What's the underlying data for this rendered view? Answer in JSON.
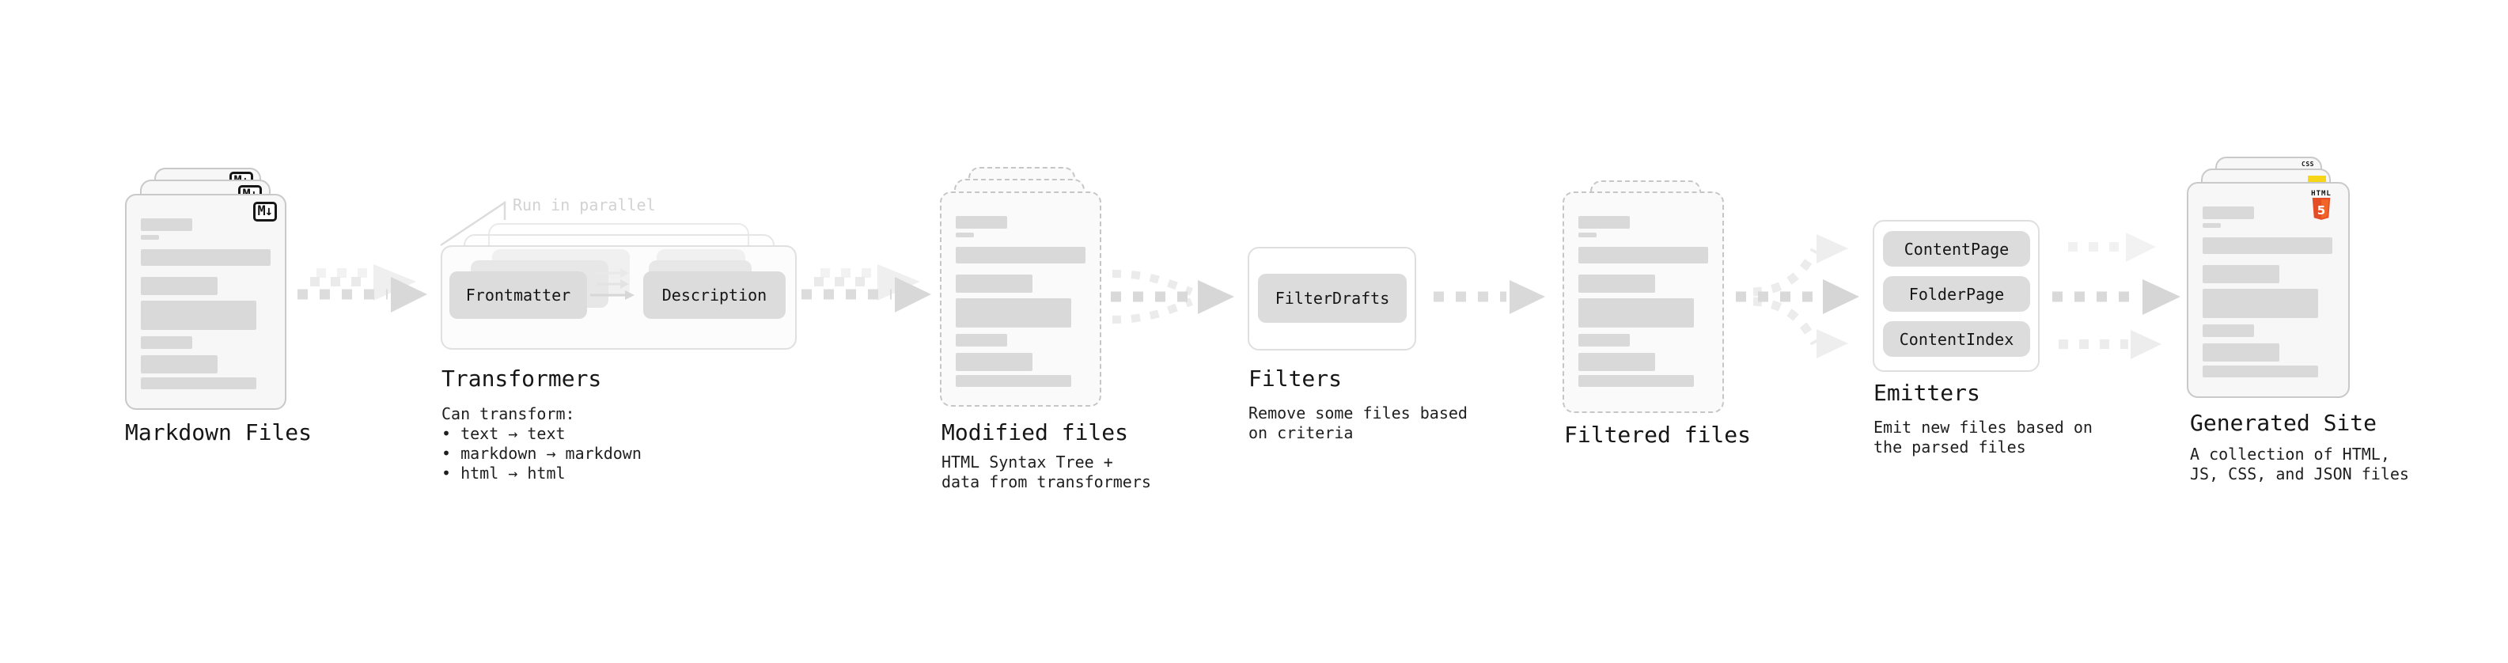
{
  "pipeline": {
    "markdown_files": {
      "title": "Markdown Files",
      "file_badge": "M↓"
    },
    "transformers": {
      "title": "Transformers",
      "callout": "Run in parallel",
      "transformer_left": "Frontmatter",
      "transformer_right": "Description",
      "description": "Can transform:\n • text → text\n • markdown → markdown\n • html → html"
    },
    "modified_files": {
      "title": "Modified files",
      "description": "HTML Syntax Tree +\ndata from transformers"
    },
    "filters": {
      "title": "Filters",
      "filter_box": "FilterDrafts",
      "description": "Remove some files based\non criteria"
    },
    "filtered_files": {
      "title": "Filtered files"
    },
    "emitters": {
      "title": "Emitters",
      "boxes": [
        "ContentPage",
        "FolderPage",
        "ContentIndex"
      ],
      "description": "Emit new files based on\nthe parsed files"
    },
    "generated_site": {
      "title": "Generated Site",
      "description": "A collection of HTML,\nJS, CSS, and JSON files",
      "html_badge_label": "HTML",
      "html_badge_number": "5",
      "css_badge_label": "CSS"
    },
    "colors": {
      "html5_orange": "#e44d26",
      "html5_orange_light": "#f16529",
      "js_yellow": "#f7d617",
      "css_blue": "#2965f1",
      "card_background": "#f7f7f7",
      "placeholder_bar": "#d9d9d9",
      "action_box": "#dcdcdc",
      "faint_text": "#d2d2d2"
    }
  }
}
